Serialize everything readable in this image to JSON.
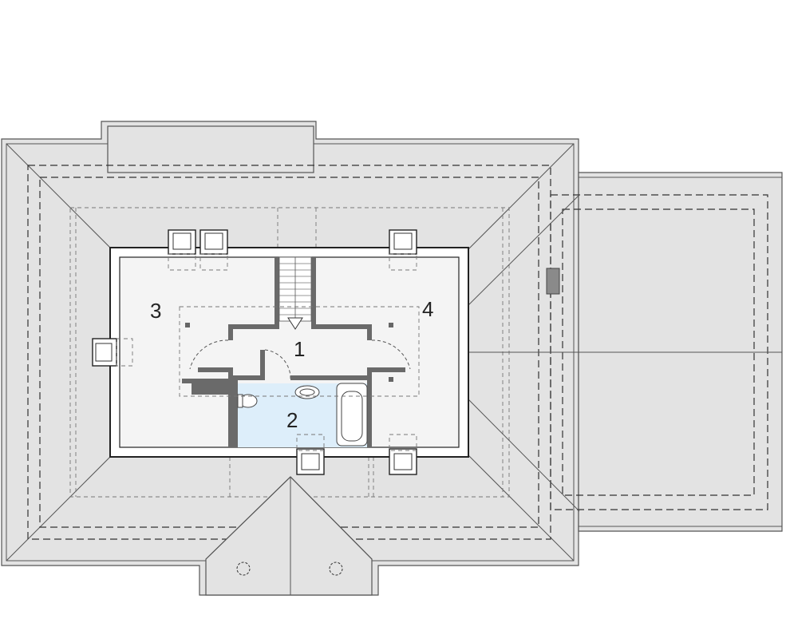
{
  "colors": {
    "roof": "#e3e3e3",
    "floor": "#f4f4f4",
    "bathroom": "#ddeefa",
    "wall": "#6a6a6a"
  },
  "rooms": [
    {
      "id": "room-1",
      "label": "1"
    },
    {
      "id": "room-2",
      "label": "2"
    },
    {
      "id": "room-3",
      "label": "3"
    },
    {
      "id": "room-4",
      "label": "4"
    }
  ]
}
